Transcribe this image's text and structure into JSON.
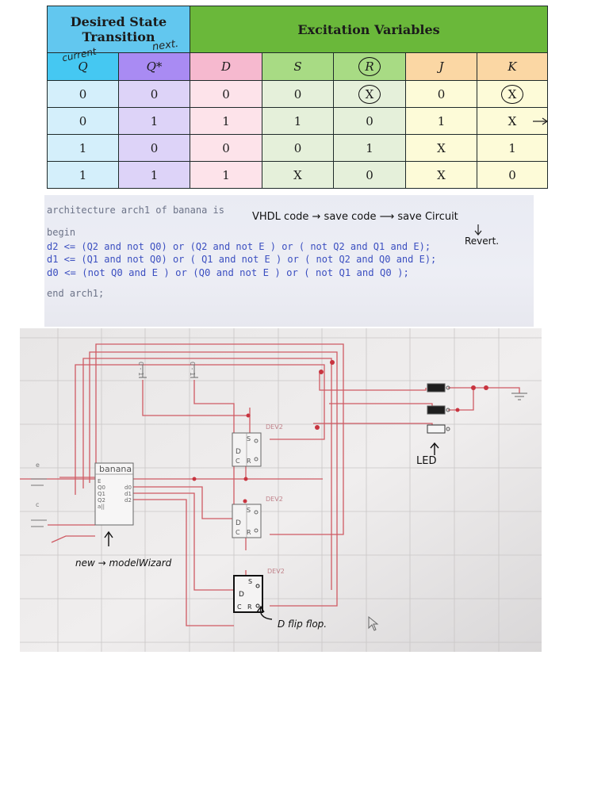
{
  "table": {
    "header_desired": "Desired State Transition",
    "header_excitation": "Excitation Variables",
    "columns": [
      "Q",
      "Q*",
      "D",
      "S",
      "R",
      "J",
      "K"
    ],
    "rows": [
      [
        "0",
        "0",
        "0",
        "0",
        "X",
        "0",
        "X"
      ],
      [
        "0",
        "1",
        "1",
        "1",
        "0",
        "1",
        "X"
      ],
      [
        "1",
        "0",
        "0",
        "0",
        "1",
        "X",
        "1"
      ],
      [
        "1",
        "1",
        "1",
        "X",
        "0",
        "X",
        "0"
      ]
    ],
    "note_current": "current",
    "note_next": "next."
  },
  "code": {
    "lines": [
      "architecture arch1 of banana is",
      "",
      "begin",
      "d2 <= (Q2 and not Q0) or (Q2 and not E ) or ( not Q2 and Q1 and E);",
      "d1 <= (Q1 and not Q0) or ( Q1 and not E ) or ( not Q2 and Q0 and E);",
      "d0 <= (not Q0 and E ) or (Q0 and not E ) or ( not Q1 and Q0 );",
      "",
      "end arch1;"
    ],
    "note_flow": "VHDL code → save code ⟶ save Circuit",
    "note_revert": "Revert."
  },
  "circuit": {
    "block_name": "banana",
    "block_inputs": [
      "E",
      "Q0",
      "Q1",
      "Q2",
      "a||"
    ],
    "block_outputs": [
      "d0",
      "d1",
      "d2"
    ],
    "ff_label": "DEV2",
    "switch_input_labels": [
      "e",
      "c"
    ],
    "switch_top_labels": [
      "0 - 1",
      "0 - 1"
    ],
    "note_led": "LED",
    "note_model": "new → modelWizard",
    "note_dff": "D flip flop."
  }
}
